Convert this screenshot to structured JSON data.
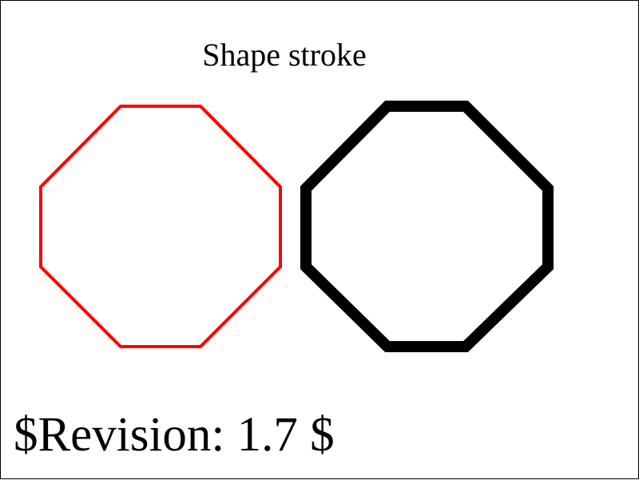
{
  "title": "Shape stroke",
  "revision": "$Revision: 1.7 $",
  "shapes": [
    {
      "kind": "octagon",
      "stroke_color": "#ff0000",
      "fill": "none"
    },
    {
      "kind": "octagon",
      "stroke_color": "#000000",
      "fill": "none"
    }
  ]
}
